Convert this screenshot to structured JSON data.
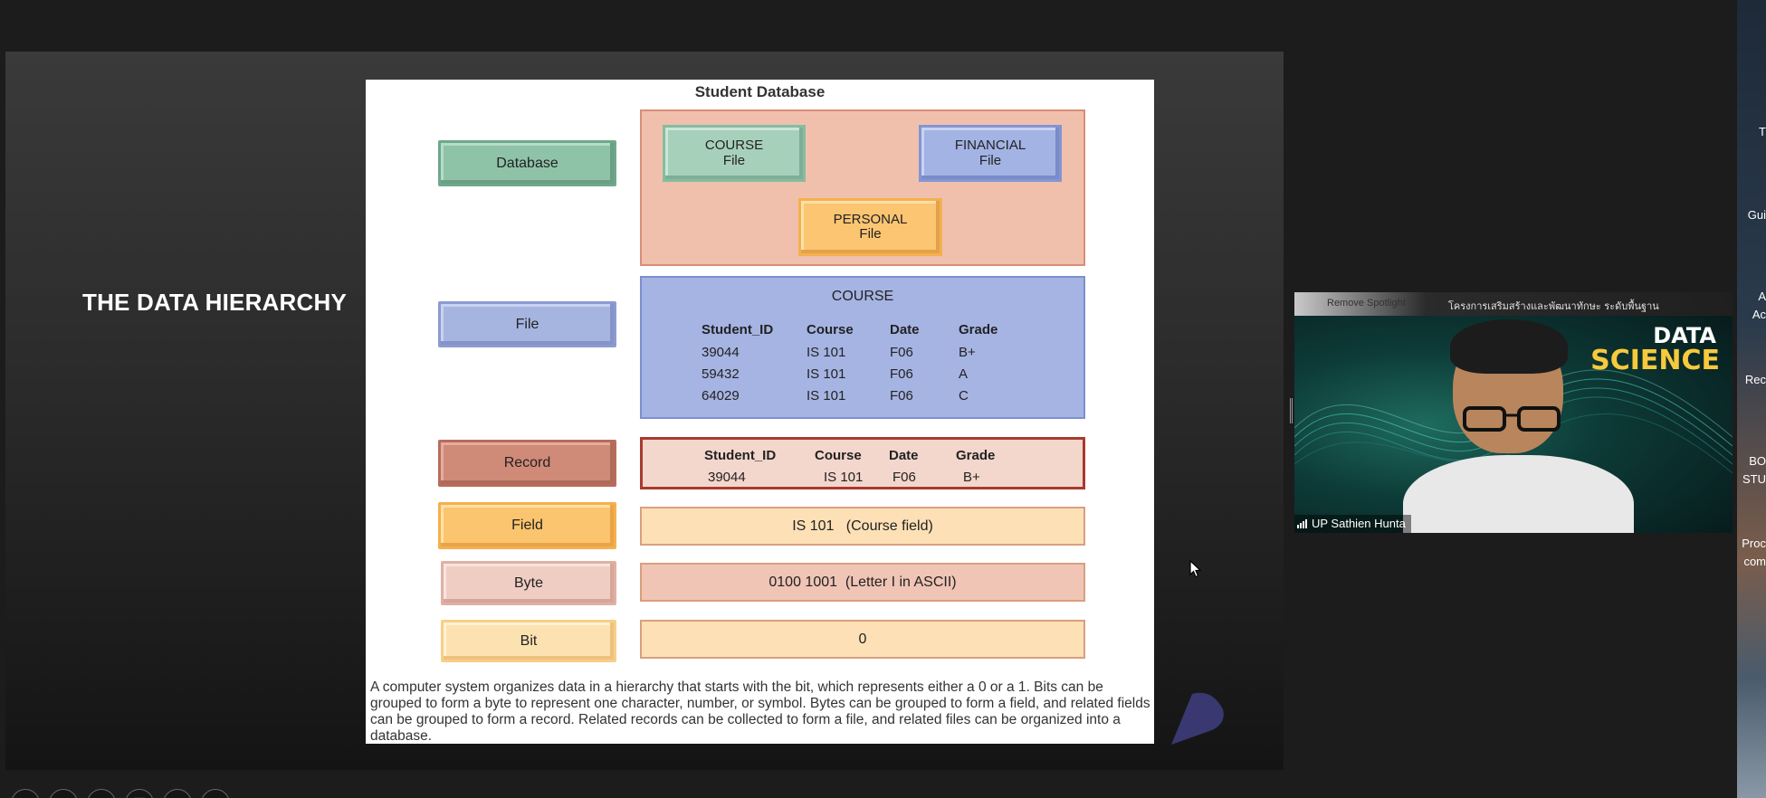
{
  "slide": {
    "title": "THE DATA HIERARCHY",
    "figure_title": "Student Database",
    "labels": {
      "database": "Database",
      "file": "File",
      "record": "Record",
      "field": "Field",
      "byte": "Byte",
      "bit": "Bit"
    },
    "database_files": {
      "course_line1": "COURSE",
      "course_line2": "File",
      "financial_line1": "FINANCIAL",
      "financial_line2": "File",
      "personal_line1": "PERSONAL",
      "personal_line2": "File"
    },
    "file_panel": {
      "title": "COURSE",
      "headers": [
        "Student_ID",
        "Course",
        "Date",
        "Grade"
      ],
      "rows": [
        [
          "39044",
          "IS 101",
          "F06",
          "B+"
        ],
        [
          "59432",
          "IS 101",
          "F06",
          "A"
        ],
        [
          "64029",
          "IS 101",
          "F06",
          "C"
        ]
      ]
    },
    "record_panel": {
      "headers": [
        "Student_ID",
        "Course",
        "Date",
        "Grade"
      ],
      "row": [
        "39044",
        "IS 101",
        "F06",
        "B+"
      ]
    },
    "field_text": "IS 101   (Course field)",
    "byte_text": "0100 1001  (Letter I in ASCII)",
    "bit_text": "0",
    "caption": "A computer system organizes data in a hierarchy that starts with the bit, which represents either a 0 or a 1. Bits can be grouped to form a byte to represent one character, number, or symbol. Bytes can be grouped to form a field, and related fields can be grouped to form a record. Related records can be collected to form a file, and related files can be organized into a database."
  },
  "controls": [
    "previous-icon",
    "next-icon",
    "pen-icon",
    "slides-grid-icon",
    "zoom-icon",
    "more-icon"
  ],
  "video": {
    "banner_left": "Remove Spotlight",
    "banner_text": "โครงการเสริมสร้างและพัฒนาทักษะ ระดับพื้นฐาน",
    "brand_line1": "DATA",
    "brand_line2": "SCIENCE",
    "participant_name": "UP Sathien Hunta"
  },
  "side_strip": [
    "T",
    "Gui",
    "A",
    "Ac",
    "Rec",
    "BO",
    "STU",
    "Proc",
    "com"
  ]
}
